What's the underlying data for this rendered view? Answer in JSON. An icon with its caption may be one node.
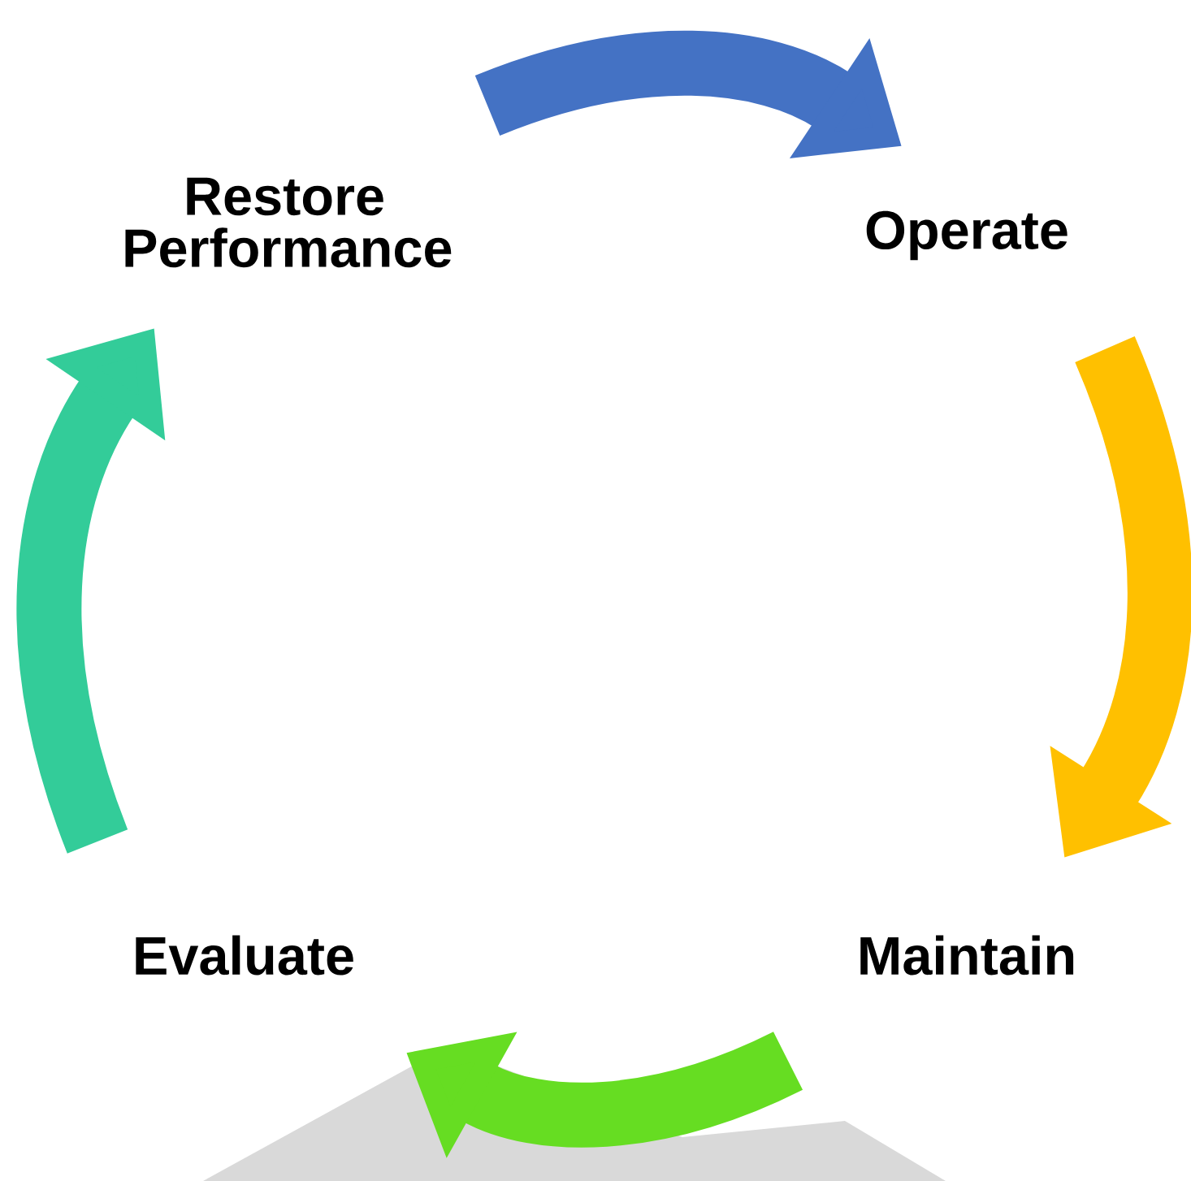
{
  "diagram": {
    "nodes": [
      {
        "text": [
          "Restore Performance"
        ]
      },
      {
        "text": [
          "Operate"
        ]
      },
      {
        "text": [
          "Maintain"
        ]
      },
      {
        "text": [
          "Evaluate"
        ]
      }
    ],
    "edges": [
      {
        "from": 0,
        "to": 1,
        "arrow": "to",
        "color": "#4472c4"
      },
      {
        "from": 1,
        "to": 2,
        "arrow": "to",
        "color": "#ffc000"
      },
      {
        "from": 2,
        "to": 3,
        "arrow": "to",
        "color": "#66dd22"
      },
      {
        "from": 3,
        "to": 0,
        "arrow": "to",
        "color": "#33cc99"
      }
    ]
  }
}
